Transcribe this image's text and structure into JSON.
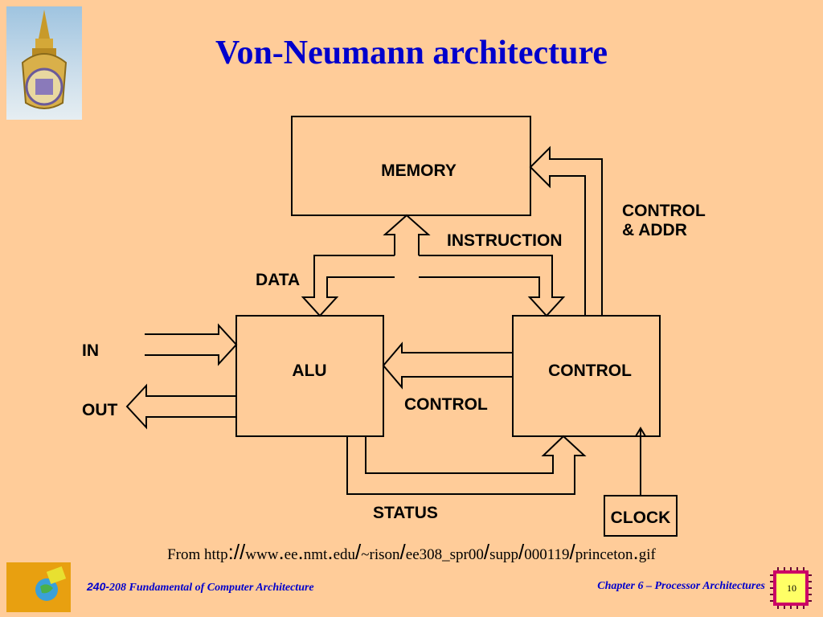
{
  "slide": {
    "title": "Von-Neumann architecture",
    "background": "#FFCC99",
    "title_color": "#0000CC"
  },
  "diagram": {
    "memory": "MEMORY",
    "alu": "ALU",
    "control": "CONTROL",
    "clock": "CLOCK",
    "in": "IN",
    "out": "OUT",
    "data": "DATA",
    "instruction": "INSTRUCTION",
    "control_addr_1": "CONTROL",
    "control_addr_2": "& ADDR",
    "control_signal": "CONTROL",
    "status": "STATUS"
  },
  "source": {
    "prefix": "From http",
    "s1": "://",
    "p1": "www",
    "d1": ".",
    "p2": "ee",
    "d2": ".",
    "p3": "nmt",
    "d3": ".",
    "p4": "edu",
    "s2": "/",
    "p5": "~rison",
    "s3": "/",
    "p6": "ee308_spr00",
    "s4": "/",
    "p7": "supp",
    "s5": "/",
    "p8": "000119",
    "s6": "/",
    "p9": "princeton",
    "d4": ".",
    "p10": "gif"
  },
  "footer": {
    "course_number": "240-",
    "course_name": "208 Fundamental of Computer Architecture",
    "chapter": "Chapter 6 – Processor Architectures",
    "page": "10"
  },
  "icons": [
    "university-emblem-icon",
    "faculty-logo-icon",
    "cpu-chip-icon"
  ]
}
